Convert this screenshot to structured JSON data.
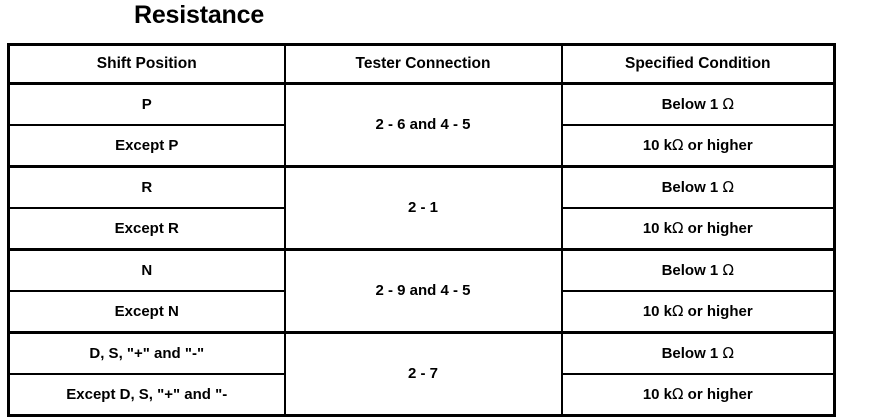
{
  "title": "Resistance",
  "table": {
    "headers": [
      "Shift Position",
      "Tester Connection",
      "Specified Condition"
    ],
    "groups": [
      {
        "tester_connection": "2 - 6 and 4 - 5",
        "rows": [
          {
            "shift_position": "P",
            "specified_condition_prefix": "Below 1 ",
            "specified_condition_ohm": "Ω",
            "specified_condition_suffix": ""
          },
          {
            "shift_position": "Except P",
            "specified_condition_prefix": "10 k",
            "specified_condition_ohm": "Ω",
            "specified_condition_suffix": " or higher"
          }
        ]
      },
      {
        "tester_connection": "2 - 1",
        "rows": [
          {
            "shift_position": "R",
            "specified_condition_prefix": "Below 1 ",
            "specified_condition_ohm": "Ω",
            "specified_condition_suffix": ""
          },
          {
            "shift_position": "Except R",
            "specified_condition_prefix": "10 k",
            "specified_condition_ohm": "Ω",
            "specified_condition_suffix": " or higher"
          }
        ]
      },
      {
        "tester_connection": "2 - 9 and 4 - 5",
        "rows": [
          {
            "shift_position": "N",
            "specified_condition_prefix": "Below 1 ",
            "specified_condition_ohm": "Ω",
            "specified_condition_suffix": ""
          },
          {
            "shift_position": "Except N",
            "specified_condition_prefix": "10 k",
            "specified_condition_ohm": "Ω",
            "specified_condition_suffix": " or higher"
          }
        ]
      },
      {
        "tester_connection": "2 - 7",
        "rows": [
          {
            "shift_position": "D, S, \"+\" and \"-\"",
            "specified_condition_prefix": "Below 1 ",
            "specified_condition_ohm": "Ω",
            "specified_condition_suffix": ""
          },
          {
            "shift_position": "Except D, S, \"+\" and \"-",
            "specified_condition_prefix": "10 k",
            "specified_condition_ohm": "Ω",
            "specified_condition_suffix": " or higher"
          }
        ]
      }
    ]
  },
  "colors": {
    "text": "#000000",
    "background": "#ffffff",
    "border": "#000000"
  }
}
